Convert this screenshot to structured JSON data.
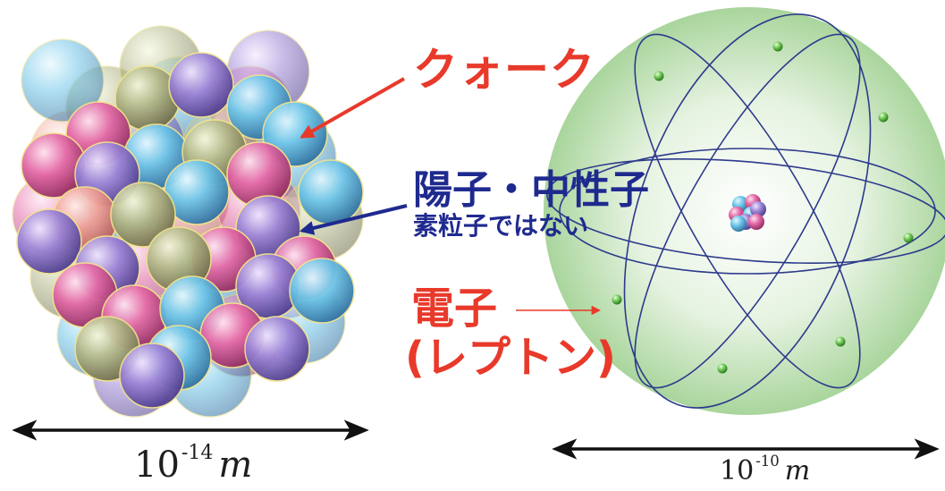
{
  "labels": {
    "quark": "クォーク",
    "hadron": "陽子・中性子",
    "hadron_note": "素粒子ではない",
    "electron": "電子",
    "lepton": "(レプトン)"
  },
  "scales": {
    "nucleus": {
      "base": "10",
      "exponent": "-14",
      "unit": "m"
    },
    "atom": {
      "base": "10",
      "exponent": "-10",
      "unit": "m"
    }
  },
  "colors": {
    "quark_label": "#e8392a",
    "hadron_label": "#1f2a8f",
    "electron_label": "#e8392a",
    "orbit": "#2d3a8c",
    "atom_cloud": "#c9e6c2",
    "electron_dot": "#5dbb3f",
    "arrow_quark": "#e8392a",
    "arrow_hadron": "#1f2a8f",
    "arrow_electron": "#e8392a",
    "scale_arrow": "#111111"
  }
}
